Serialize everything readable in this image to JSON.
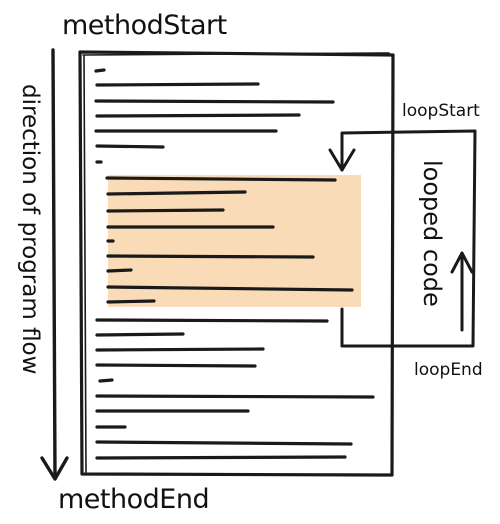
{
  "labels": {
    "method_start": "methodStart",
    "method_end": "methodEnd",
    "direction": "direction of program flow",
    "loop_start": "loopStart",
    "loop_end": "loopEnd",
    "looped_code": "looped code"
  },
  "colors": {
    "ink": "#1a1a1a",
    "highlight": "#f9dcb7",
    "background": "#ffffff"
  }
}
